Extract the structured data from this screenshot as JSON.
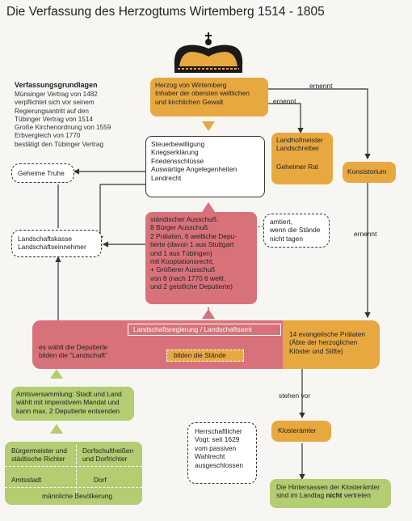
{
  "title": "Die Verfassung des Herzogtums Wirtemberg 1514 - 1805",
  "legend": {
    "heading": "Verfassungsgrundlagen",
    "lines": [
      "Münsinger Vertrag von 1482",
      "verpflichtet sich vor seinem",
      "Regierungsantritt auf den",
      "Tübinger Vertrag von 1514",
      "Große Kirchenordnung von 1559",
      "Erbvergleich von 1770",
      "bestätigt den Tübinger Vertrag"
    ]
  },
  "herzog": {
    "lines": [
      "Herzog von Wirtemberg",
      "Inhaber der obersten weltlichen",
      "und kirchlichen Gewalt"
    ]
  },
  "rights": {
    "lines": [
      "Steuerbewilligung",
      "Kriegserklärung",
      "Friedensschlüsse",
      "Auswärtige Angelegenheiten",
      "Landrecht"
    ]
  },
  "geheimer_truhe": {
    "label": "Geheime Truhe"
  },
  "landhofmeister": {
    "lines": [
      "Landhofmeister",
      "Landschreiber"
    ],
    "rat": "Geheimer Rat"
  },
  "konsistorium": {
    "label": "Konsistorium"
  },
  "landschaftskasse": {
    "lines": [
      "Landschaftskasse",
      "Landschaftseinnehmer"
    ]
  },
  "ausschuss": {
    "lines": [
      "ständischer Ausschuß:",
      "8 Bürger Ausschuß",
      "2 Prälaten, 6 weltliche Depu-",
      "tierte (davon 1 aus Stuttgart",
      "und 1 aus Tübingen)",
      "mit Kooptationsrecht;",
      "+ Größerer Ausschuß",
      "von 8 (nach 1770 6 weltl.",
      "und 2 geistliche Deputierte)"
    ]
  },
  "tagung": {
    "lines": [
      "amtiert,",
      "wenn die Stände",
      "nicht tagen"
    ]
  },
  "landschaft": {
    "bar_label": "Landschaftsregierung / Landschaftsamt",
    "left_lines": [
      "es wählt die Deputierte",
      "bilden die \"Landschaft\""
    ],
    "middle_label": "bilden die Stände",
    "right_lines": [
      "14 evangelische Prälaten",
      "(Äbte der herzoglichen",
      "Klöster und Stifte)"
    ]
  },
  "amtsversammlung": {
    "lines": [
      "Amtsversammlung: Stadt und Land",
      "wählt mit imperativem Mandat und",
      "kann max. 2 Deputierte entsenden"
    ]
  },
  "bevoelkerung": {
    "top_left": [
      "Bürgermeister und",
      "städtische Richter"
    ],
    "top_right": [
      "Dorfschultheißen",
      "und Dorfrichter"
    ],
    "mid_left": "Amtsstadt",
    "mid_right": "Dorf",
    "bottom": "männliche Bevölkerung"
  },
  "vogt": {
    "lines": [
      "Herrschaftlicher",
      "Vogt: seit 1629",
      "vom passiven",
      "Wahlrecht",
      "ausgeschlossen"
    ]
  },
  "klosteraemter": {
    "label": "Klosterämter"
  },
  "hintersassen": {
    "line1": "Die Hintersassen der Klosterämter",
    "line2_pre": "sind im Landtag ",
    "line2_bold": "nicht",
    "line2_post": " vertreten"
  },
  "arrow_labels": {
    "ernennt_top": "ernennt",
    "ernennt_mid": "ernennt",
    "ernennt_right": "ernennt",
    "stehen_vor": "stehen vor"
  },
  "colors": {
    "orange": "#e8a840",
    "red": "#d8727a",
    "green": "#b4cc72",
    "crown": "#1a1a1a",
    "crown_gold": "#e8a840"
  },
  "icons": [
    "crown-icon"
  ]
}
